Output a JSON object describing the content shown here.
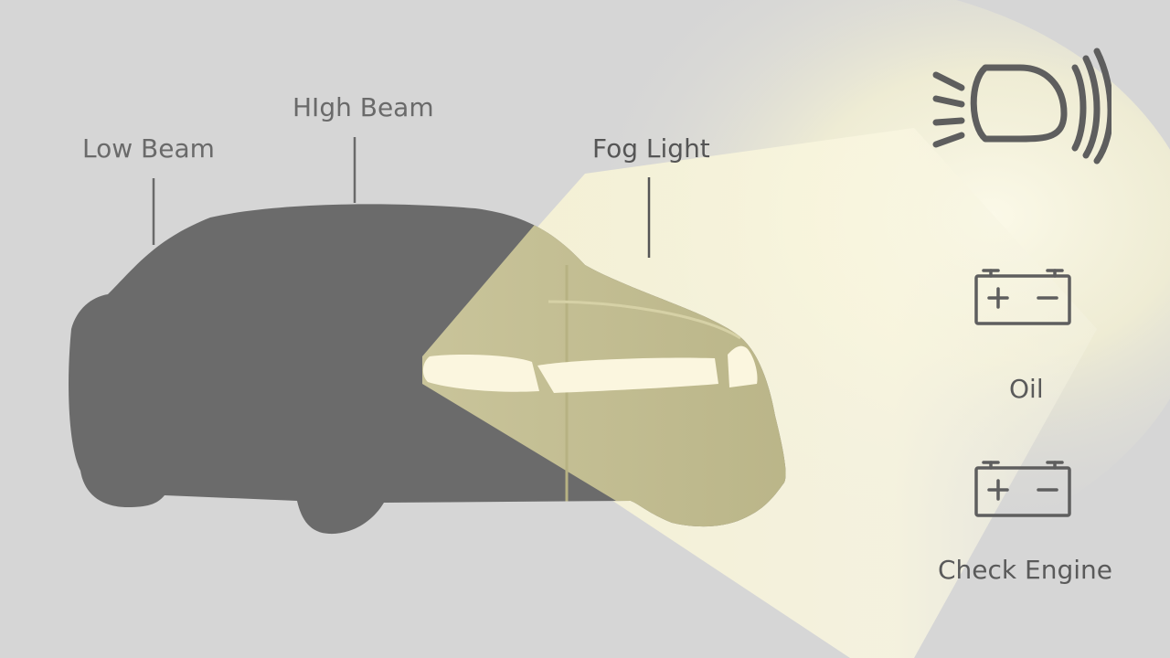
{
  "labels": {
    "low_beam": "Low Beam",
    "high_beam": "HIgh Beam",
    "fog_light": "Fog Light",
    "oil": "Oil",
    "check_engine": "Check Engine"
  },
  "icons": {
    "headlight": "headlight-beam-icon",
    "battery_oil": "battery-icon",
    "battery_check_engine": "battery-icon"
  },
  "colors": {
    "background": "#d6d6d6",
    "car_body": "#6b6b6b",
    "light_beam": "#f6f2cf",
    "lit_car": "#c7c28f",
    "headlight_lamp": "#fbf6df",
    "icon_stroke": "#5e5e5e"
  }
}
